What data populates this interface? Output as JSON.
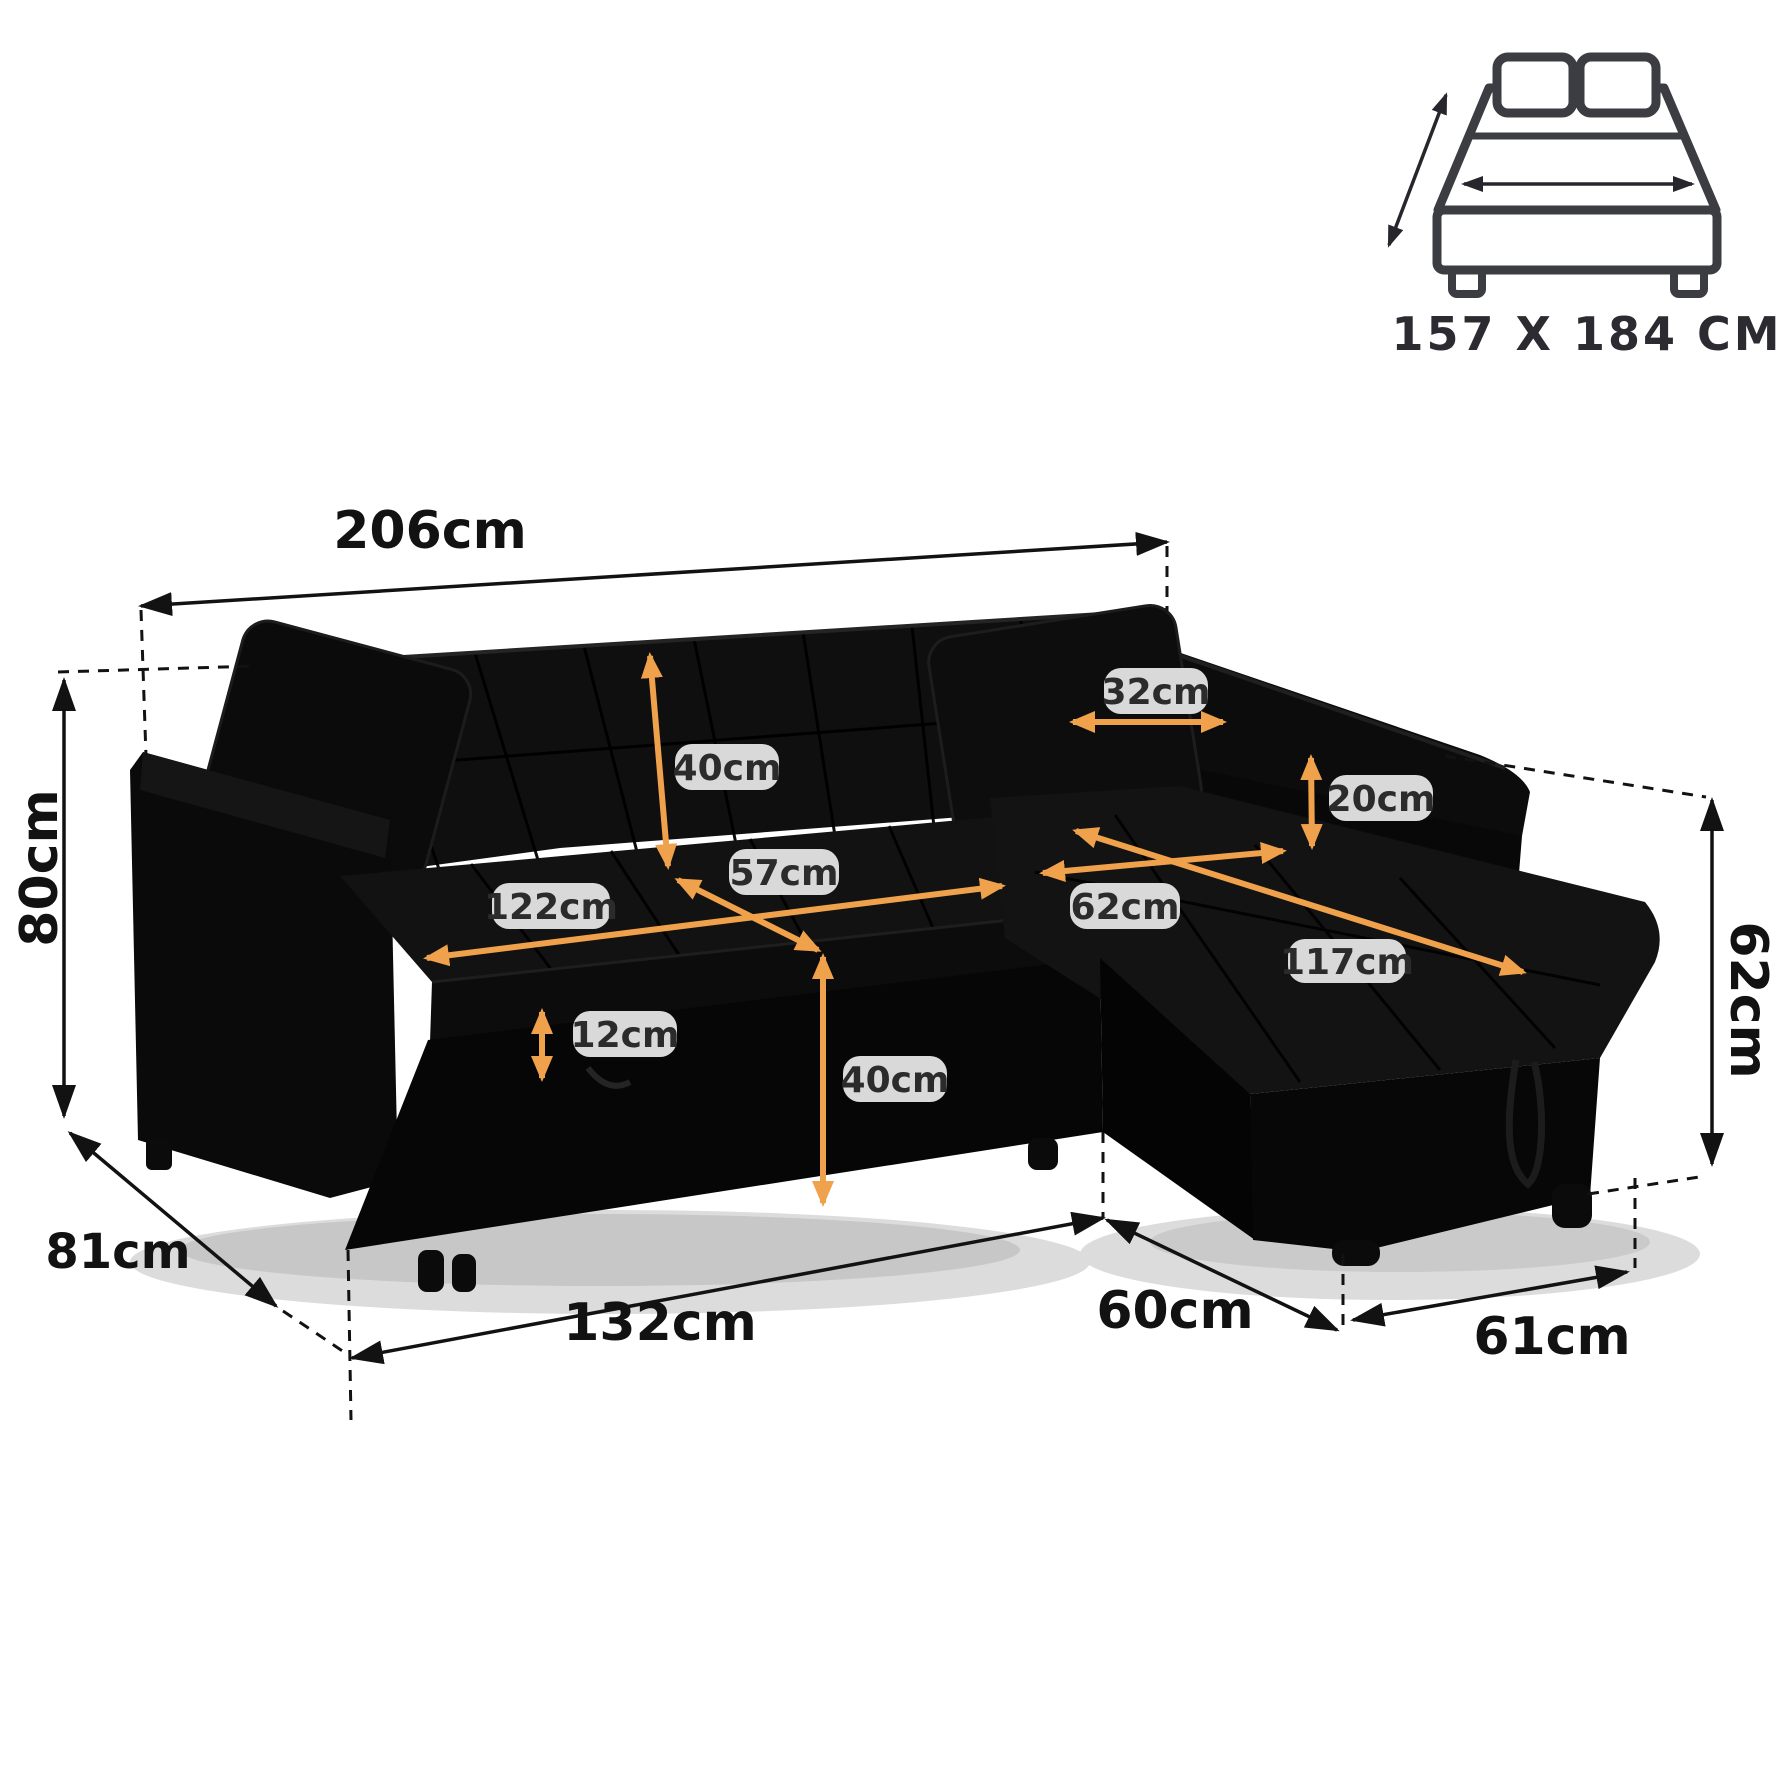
{
  "bed_icon": {
    "caption": "157 X 184 CM"
  },
  "annotations": {
    "total_width": "206cm",
    "total_height": "80cm",
    "total_depth": "81cm",
    "backrest_height": "40cm",
    "back_cushion_width": "32cm",
    "armrest_above_seat": "20cm",
    "seat_depth": "57cm",
    "seat_length": "122cm",
    "chaise_seat_width": "62cm",
    "chaise_seat_length": "117cm",
    "seat_cushion_thickness": "12cm",
    "seat_height": "40cm",
    "sofa_base_length": "132cm",
    "bed_extension_depth": "60cm",
    "chaise_base_depth": "61cm",
    "chaise_height": "62cm"
  },
  "colors": {
    "arrow_orange": "#F0A14B",
    "label_box_fill": "#D9D9D9",
    "label_text": "#2B2B2B",
    "dimension_black": "#121212",
    "icon_stroke": "#3C3C43",
    "sofa_black": "#0D0D0D",
    "background": "#FFFFFF"
  }
}
